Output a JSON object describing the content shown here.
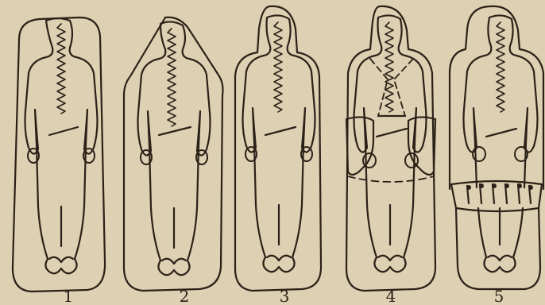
{
  "figure": {
    "panels": [
      {
        "label": "1",
        "variant": "plain-outline"
      },
      {
        "label": "2",
        "variant": "pointed-hood"
      },
      {
        "label": "3",
        "variant": "hooded-outline"
      },
      {
        "label": "4",
        "variant": "hood-with-straps-and-band"
      },
      {
        "label": "5",
        "variant": "hood-with-drawstring-band"
      }
    ],
    "colors": {
      "paper": "#ded0b2",
      "ink": "#2b2118"
    }
  }
}
